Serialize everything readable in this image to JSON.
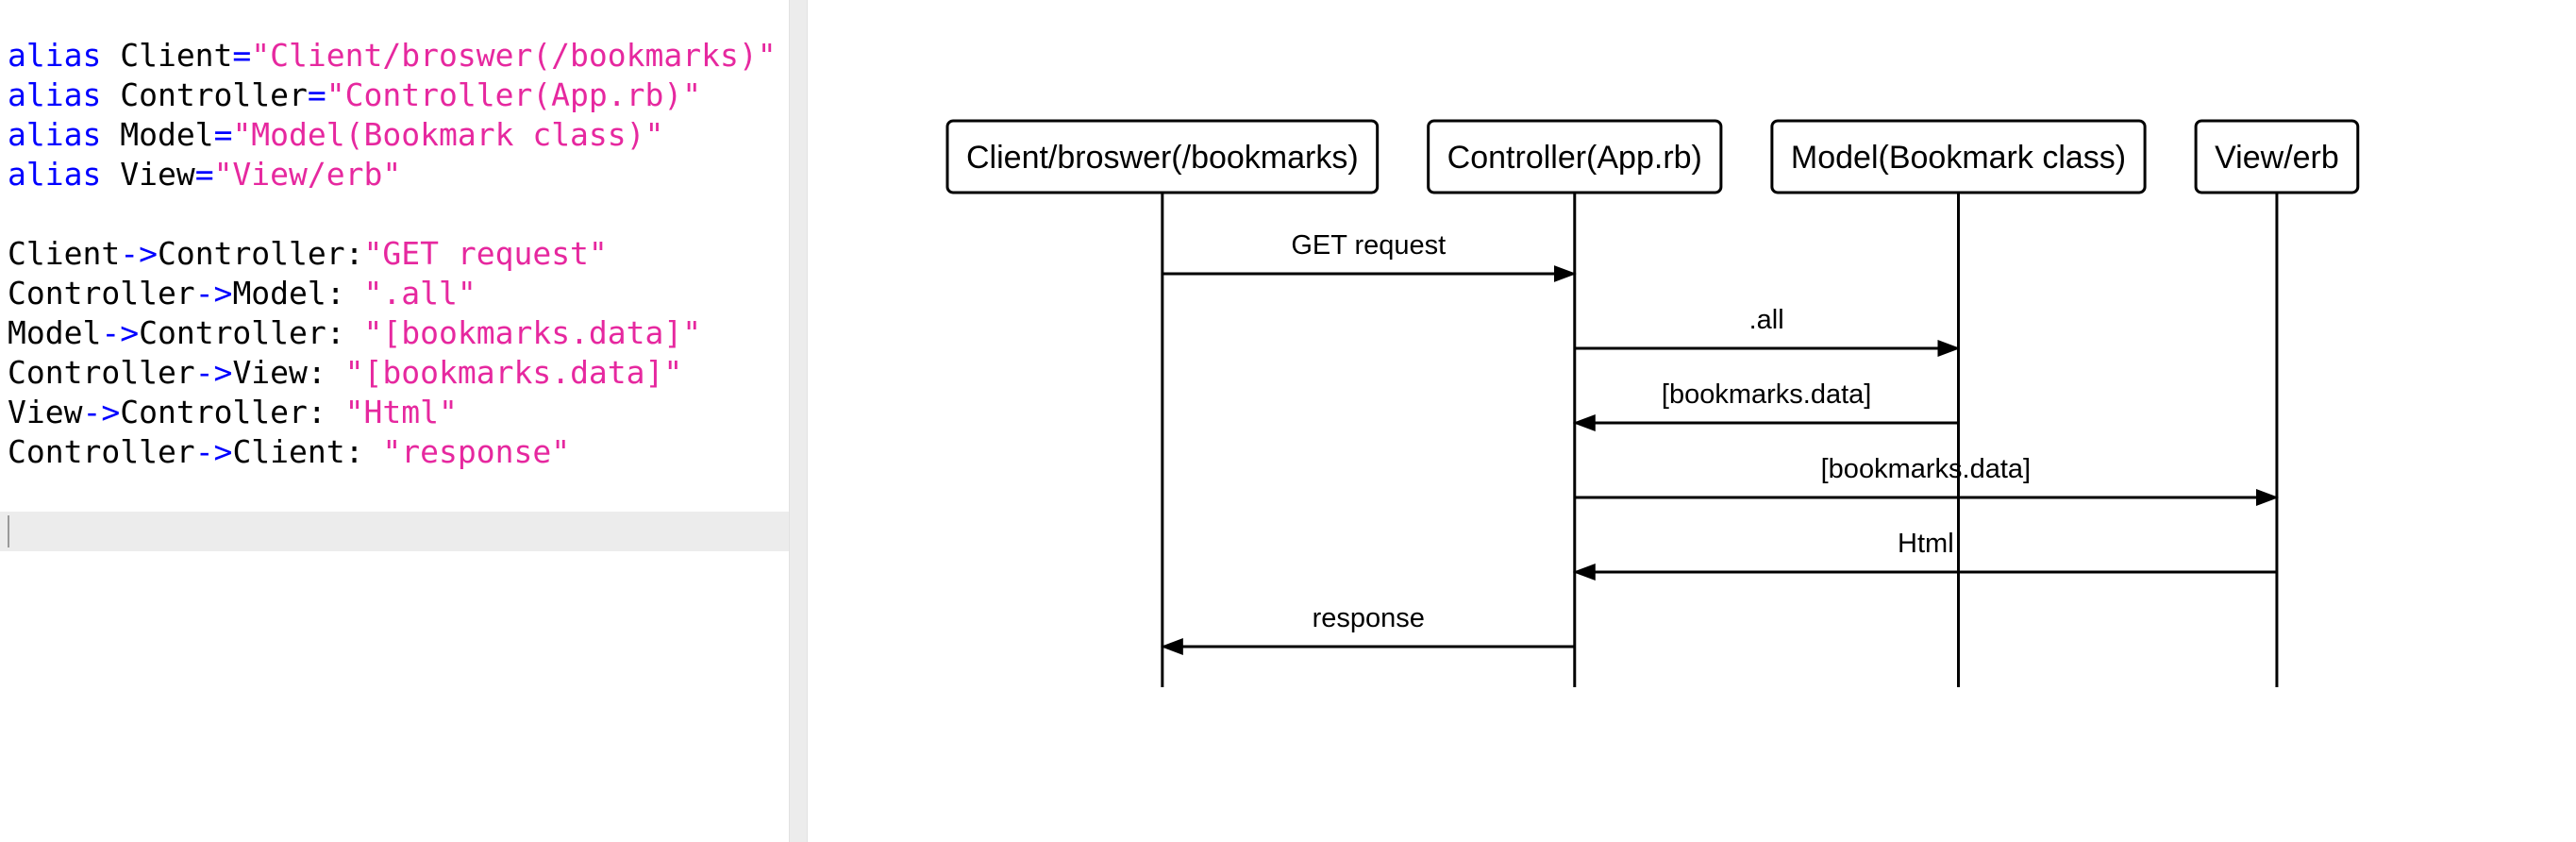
{
  "editor": {
    "lines": [
      [
        {
          "c": "kw",
          "t": "alias"
        },
        {
          "c": "id",
          "t": " Client"
        },
        {
          "c": "op",
          "t": "="
        },
        {
          "c": "str",
          "t": "\"Client/broswer(/bookmarks)\""
        }
      ],
      [
        {
          "c": "kw",
          "t": "alias"
        },
        {
          "c": "id",
          "t": " Controller"
        },
        {
          "c": "op",
          "t": "="
        },
        {
          "c": "str",
          "t": "\"Controller(App.rb)\""
        }
      ],
      [
        {
          "c": "kw",
          "t": "alias"
        },
        {
          "c": "id",
          "t": " Model"
        },
        {
          "c": "op",
          "t": "="
        },
        {
          "c": "str",
          "t": "\"Model(Bookmark class)\""
        }
      ],
      [
        {
          "c": "kw",
          "t": "alias"
        },
        {
          "c": "id",
          "t": " View"
        },
        {
          "c": "op",
          "t": "="
        },
        {
          "c": "str",
          "t": "\"View/erb\""
        }
      ],
      [],
      [
        {
          "c": "id",
          "t": "Client"
        },
        {
          "c": "op",
          "t": "->"
        },
        {
          "c": "id",
          "t": "Controller:"
        },
        {
          "c": "str",
          "t": "\"GET request\""
        }
      ],
      [
        {
          "c": "id",
          "t": "Controller"
        },
        {
          "c": "op",
          "t": "->"
        },
        {
          "c": "id",
          "t": "Model: "
        },
        {
          "c": "str",
          "t": "\".all\""
        }
      ],
      [
        {
          "c": "id",
          "t": "Model"
        },
        {
          "c": "op",
          "t": "->"
        },
        {
          "c": "id",
          "t": "Controller: "
        },
        {
          "c": "str",
          "t": "\"[bookmarks.data]\""
        }
      ],
      [
        {
          "c": "id",
          "t": "Controller"
        },
        {
          "c": "op",
          "t": "->"
        },
        {
          "c": "id",
          "t": "View: "
        },
        {
          "c": "str",
          "t": "\"[bookmarks.data]\""
        }
      ],
      [
        {
          "c": "id",
          "t": "View"
        },
        {
          "c": "op",
          "t": "->"
        },
        {
          "c": "id",
          "t": "Controller: "
        },
        {
          "c": "str",
          "t": "\"Html\""
        }
      ],
      [
        {
          "c": "id",
          "t": "Controller"
        },
        {
          "c": "op",
          "t": "->"
        },
        {
          "c": "id",
          "t": "Client: "
        },
        {
          "c": "str",
          "t": "\"response\""
        }
      ]
    ],
    "colors": {
      "keyword": "#0000ff",
      "operator": "#0000ff",
      "string": "#e6289f",
      "text": "#000000",
      "current_line": "#ececec"
    }
  },
  "diagram": {
    "actors": [
      {
        "id": "Client",
        "label": "Client/broswer(/bookmarks)"
      },
      {
        "id": "Controller",
        "label": "Controller(App.rb)"
      },
      {
        "id": "Model",
        "label": "Model(Bookmark class)"
      },
      {
        "id": "View",
        "label": "View/erb"
      }
    ],
    "messages": [
      {
        "from": "Client",
        "to": "Controller",
        "label": "GET request"
      },
      {
        "from": "Controller",
        "to": "Model",
        "label": ".all"
      },
      {
        "from": "Model",
        "to": "Controller",
        "label": "[bookmarks.data]"
      },
      {
        "from": "Controller",
        "to": "View",
        "label": "[bookmarks.data]"
      },
      {
        "from": "View",
        "to": "Controller",
        "label": "Html"
      },
      {
        "from": "Controller",
        "to": "Client",
        "label": "response"
      }
    ]
  }
}
